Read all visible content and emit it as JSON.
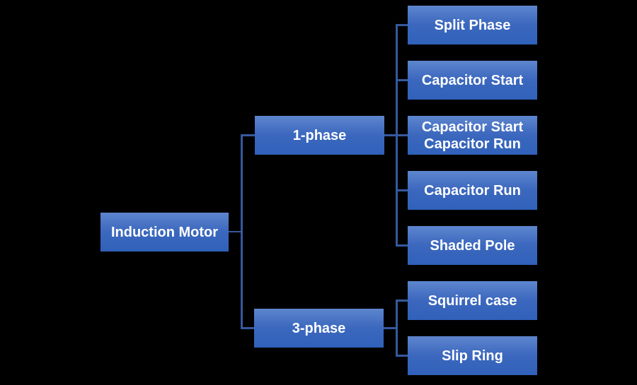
{
  "diagram": {
    "type": "hierarchy-tree",
    "colors": {
      "background": "#000000",
      "connector": "#35599e",
      "box_gradient_top": "#5e86ce",
      "box_gradient_bottom": "#3061ba",
      "text": "#ffffff"
    },
    "root": {
      "label": "Induction Motor"
    },
    "branches": [
      {
        "label": "1-phase",
        "children": [
          {
            "label": "Split Phase"
          },
          {
            "label": "Capacitor Start"
          },
          {
            "label": "Capacitor Start Capacitor Run"
          },
          {
            "label": "Capacitor Run"
          },
          {
            "label": "Shaded Pole"
          }
        ]
      },
      {
        "label": "3-phase",
        "children": [
          {
            "label": "Squirrel case"
          },
          {
            "label": "Slip Ring"
          }
        ]
      }
    ]
  }
}
